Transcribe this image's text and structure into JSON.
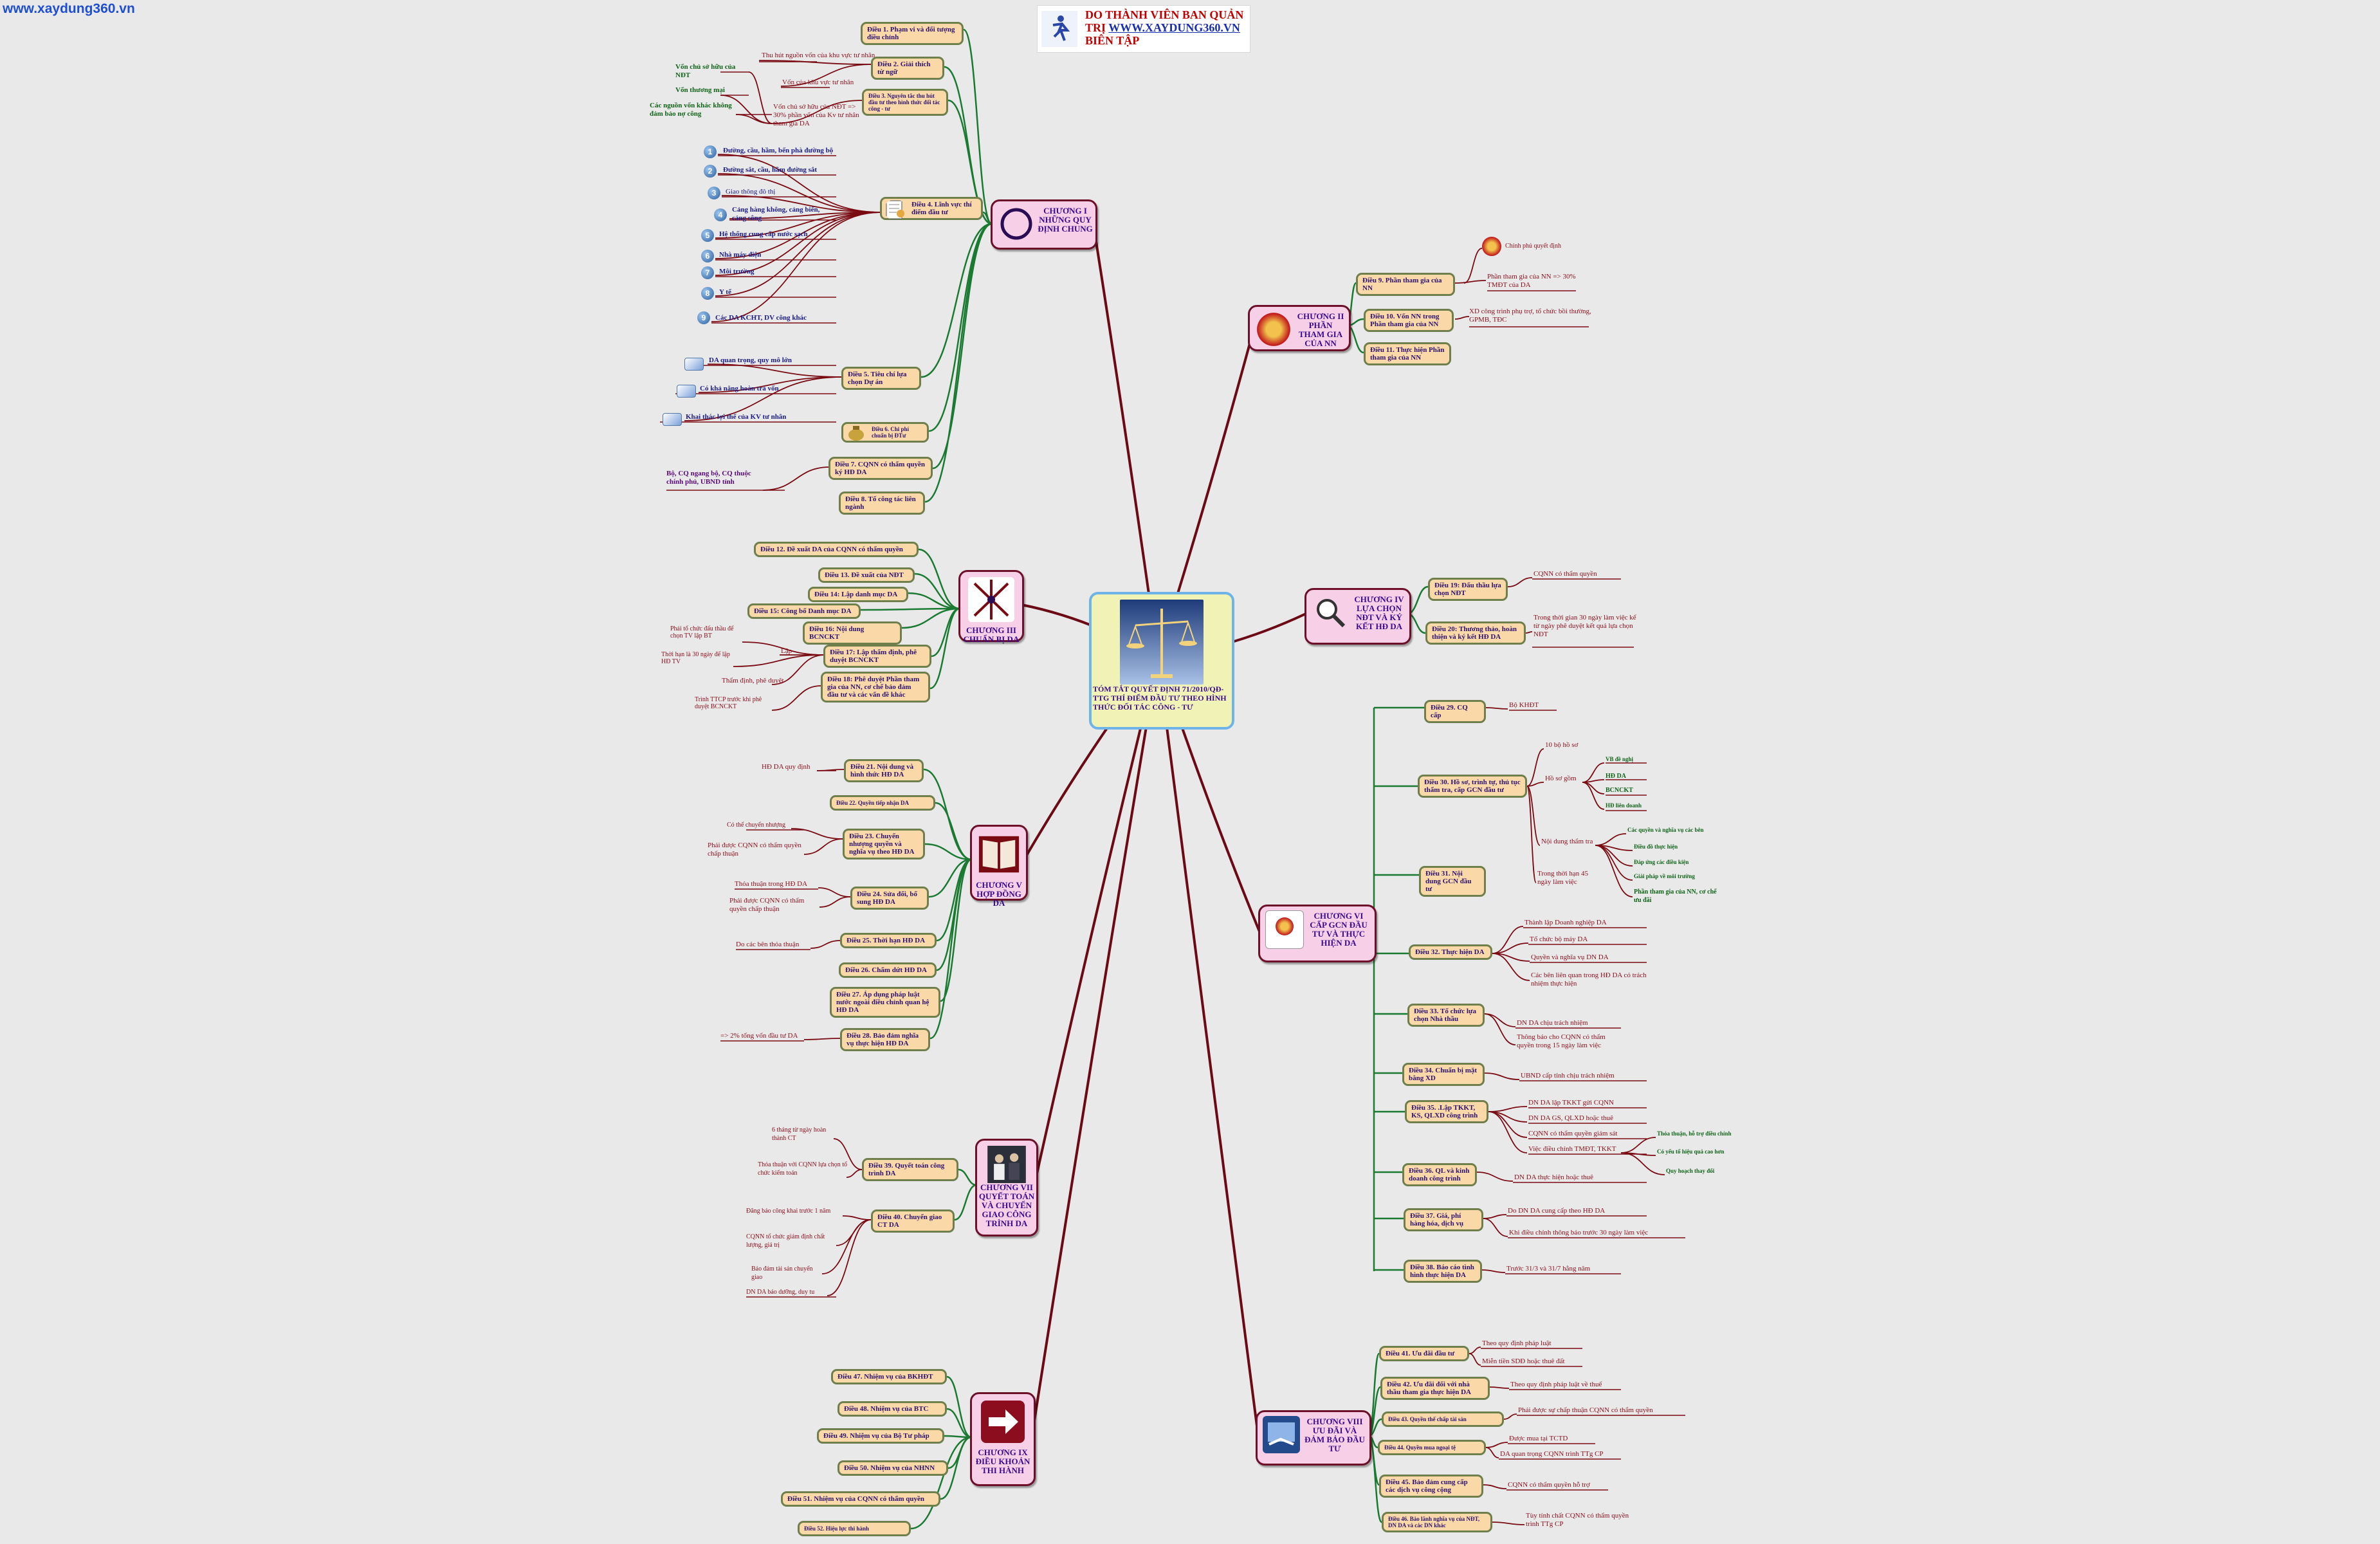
{
  "site": "www.xaydung360.vn",
  "header": {
    "line1": "DO THÀNH VIÊN BAN QUẢN",
    "line2_prefix": "TRỊ",
    "line2_link": "WWW.XAYDUNG360.VN",
    "line3": "BIÊN TẬP"
  },
  "center": {
    "title": "TÓM TẮT QUYẾT ĐỊNH 71/2010/QĐ-TTG THÍ ĐIỂM ĐẦU TƯ THEO HÌNH THỨC ĐỐI TÁC CÔNG - TƯ"
  },
  "colors": {
    "red_link": "#7a0a12",
    "green_link": "#1a7a32",
    "chapter_border": "#6c0f29"
  },
  "chapters": [
    {
      "id": "c1",
      "label": "CHƯƠNG I NHỮNG QUY ĐỊNH CHUNG",
      "icon": "ring-icon"
    },
    {
      "id": "c2",
      "label": "CHƯƠNG II PHẦN THAM GIA CỦA NN",
      "icon": "national-emblem-icon"
    },
    {
      "id": "c3",
      "label": "CHƯƠNG III CHUẨN BỊ DA",
      "icon": "arrows-icon"
    },
    {
      "id": "c4",
      "label": "CHƯƠNG IV LỰA CHỌN NĐT VÀ KÝ KẾT HĐ DA",
      "icon": "magnifier-icon"
    },
    {
      "id": "c5",
      "label": "CHƯƠNG V HỢP ĐỒNG DA",
      "icon": "book-icon"
    },
    {
      "id": "c6",
      "label": "CHƯƠNG VI CẤP GCN ĐẦU TƯ VÀ THỰC HIỆN DA",
      "icon": "certificate-icon"
    },
    {
      "id": "c7",
      "label": "CHƯƠNG VII QUYẾT TOÁN VÀ CHUYỂN GIAO CÔNG TRÌNH DA",
      "icon": "people-icon"
    },
    {
      "id": "c8",
      "label": "CHƯƠNG VIII ƯU ĐÃI VÀ ĐẢM BẢO ĐẦU TƯ",
      "icon": "handshake-icon"
    },
    {
      "id": "c9",
      "label": "CHƯƠNG IX ĐIỀU KHOẢN THI HÀNH",
      "icon": "arrow-right-icon"
    }
  ],
  "articles": {
    "a1": "Điều 1. Phạm vi và đối tượng điều chỉnh",
    "a2": "Điều 2. Giải thích từ ngữ",
    "a3": "Điều 3. Nguyên tắc thu hút đầu tư theo hình thức đối tác công - tư",
    "a4": "Điều 4. Lĩnh vực thí điểm đầu tư",
    "a5": "Điều 5. Tiêu chí lựa chọn Dự án",
    "a6": "Điều 6. Chi phí chuẩn bị ĐTư",
    "a7": "Điều 7. CQNN có thẩm quyền ký HĐ DA",
    "a8": "Điều 8. Tổ công tác liên ngành",
    "a9": "Điều 9. Phần tham gia của NN",
    "a10": "Điều 10. Vốn NN trong Phần tham gia của NN",
    "a11": "Điều 11. Thực hiện Phần tham gia của NN",
    "a12": "Điều 12. Đề xuất DA của CQNN có thẩm quyền",
    "a13": "Điều 13. Đề xuất của NĐT",
    "a14": "Điều 14: Lập danh mục DA",
    "a15": "Điều 15: Công bố Danh mục DA",
    "a16": "Điều 16: Nội dung BCNCKT",
    "a17": "Điều 17: Lập thẩm định, phê duyệt BCNCKT",
    "a18": "Điều 18: Phê duyệt Phần tham gia của NN, cơ chế bảo đảm đầu tư và các vấn đề khác",
    "a19": "Điều 19: Đấu thầu lựa chọn NĐT",
    "a20": "Điều 20: Thương thảo, hoàn thiện và ký kết HĐ DA",
    "a21": "Điều 21. Nội dung và hình thức HĐ DA",
    "a22": "Điều 22. Quyền tiếp nhận DA",
    "a23": "Điều 23. Chuyển nhượng quyền và nghĩa vụ theo HĐ DA",
    "a24": "Điều 24. Sửa đổi, bổ sung HĐ DA",
    "a25": "Điều 25. Thời hạn HĐ DA",
    "a26": "Điều 26. Chấm dứt HĐ DA",
    "a27": "Điều 27. Áp dụng pháp luật nước ngoài điều chỉnh quan hệ HĐ DA",
    "a28": "Điều 28. Bảo đảm nghĩa vụ thực hiện HĐ DA",
    "a29": "Điều 29. CQ cấp",
    "a30": "Điều 30. Hồ sơ, trình tự, thủ tục thẩm tra, cấp GCN đầu tư",
    "a31": "Điều 31. Nội dung GCN đầu tư",
    "a32": "Điều 32. Thực hiện DA",
    "a33": "Điều 33. Tổ chức lựa chọn Nhà thầu",
    "a34": "Điều 34. Chuẩn bị mặt bằng XD",
    "a35": "Điều 35. .Lập TKKT, KS, QLXD công trình",
    "a36": "Điều 36. QL và kinh doanh công trình",
    "a37": "Điều 37. Giá, phí hàng hóa, dịch vụ",
    "a38": "Điều 38. Báo cáo tình hình thực hiện DA",
    "a39": "Điều 39. Quyết toán công trình DA",
    "a40": "Điều 40. Chuyển giao CT DA",
    "a41": "Điều 41. Ưu đãi đầu tư",
    "a42": "Điều 42. Ưu đãi đối với nhà thầu tham gia thực hiện DA",
    "a43": "Điều 43. Quyền thế chấp tài sản",
    "a44": "Điều 44. Quyền mua ngoại tệ",
    "a45": "Điều 45. Bảo đảm cung cấp các dịch vụ công cộng",
    "a46": "Điều 46. Bảo lãnh nghĩa vụ của NĐT, DN DA và các DN khác",
    "a47": "Điều 47. Nhiệm vụ của BKHĐT",
    "a48": "Điều 48. Nhiệm vụ của BTC",
    "a49": "Điều 49. Nhiệm vụ của Bộ Tư pháp",
    "a50": "Điều 50. Nhiệm vụ của NHNN",
    "a51": "Điều 51. Nhiệm vụ của CQNN có thẩm quyền",
    "a52": "Điều 52. Hiệu lực thi hành"
  },
  "leaves": {
    "a2_1": "Thu hút nguồn vốn của khu vực tư nhân",
    "a2_2": "Vốn của khu vực tư nhân",
    "a3_1": "Vốn chủ sở hữu của NĐT => 30% phần vốn của Kv tư nhân tham gia DA",
    "g1": "Vốn chủ sở hữu của NĐT",
    "g2": "Vốn thương mại",
    "g3": "Các nguồn vốn khác không đảm bảo nợ công",
    "a4_1": "Đường, cầu, hầm, bến phà đường bộ",
    "a4_2": "Đường sắt, cầu, hầm đường sắt",
    "a4_3": "Giao thông đô thị",
    "a4_4": "Cảng hàng không, cảng biển, cảng sông",
    "a4_5": "Hệ thống cung cấp nước sạch",
    "a4_6": "Nhà máy điện",
    "a4_7": "Môi trường",
    "a4_8": "Y tế",
    "a4_9": "Các DA KCHT, DV công khác",
    "a5_1": "DA quan trọng, quy mô lớn",
    "a5_2": "Có khả năng hoàn trả vốn",
    "a5_3": "Khai thác lợi thế của KV tư nhân",
    "a7_1": "Bộ, CQ ngang bộ, CQ thuộc chính phủ, UBND tỉnh",
    "a9_1": "Chính phủ quyết định",
    "a9_2": "Phần tham gia của NN => 30% TMĐT của DA",
    "a10_1": "XD công trình phụ trợ, tổ chức bồi thường, GPMB, TĐC",
    "a17_1": "Phải tổ chức đấu thầu để chọn TV lập BT",
    "a17_2": "Lập",
    "a17_3": "Thời hạn là 30 ngày để lập HĐ TV",
    "a17_4": "Thẩm định, phê duyệt",
    "a17_5": "Trình TTCP trước khi phê duyệt BCNCKT",
    "a19_1": "CQNN có thẩm quyền",
    "a20_1": "Trong thời gian 30 ngày làm việc kể từ ngày phê duyệt kết quả lựa chọn NĐT",
    "a21_1": "HĐ DA quy định",
    "a23_1": "Có thể chuyển nhượng",
    "a23_2": "Phải được CQNN có thẩm quyền chấp thuận",
    "a24_1": "Thỏa thuận trong HĐ DA",
    "a24_2": "Phải được CQNN có thẩm quyền chấp thuận",
    "a25_1": "Do các bên thỏa thuận",
    "a28_1": "=> 2% tổng vốn đầu tư DA",
    "a29_1": "Bộ KHĐT",
    "a30_1": "10 bộ hồ sơ",
    "a30_2": "Hồ sơ gồm",
    "a30_3": "Nội dung thẩm tra",
    "a30_4": "Trong thời hạn 45 ngày làm việc",
    "a30_g1": "VB đề nghị",
    "a30_g2": "HĐ DA",
    "a30_g3": "BCNCKT",
    "a30_g4": "HĐ liên doanh",
    "a30_g5": "Các quyền và nghĩa vụ các bên",
    "a30_g6": "Điều đồ thực hiện",
    "a30_g7": "Đáp ứng các điều kiện",
    "a30_g8": "Giải pháp về môi trường",
    "a30_g9": "Phần tham gia của NN, cơ chế ưu đãi",
    "a32_1": "Thành lập Doanh nghiệp DA",
    "a32_2": "Tổ chức bộ máy DA",
    "a32_3": "Quyền và nghĩa vụ DN DA",
    "a32_4": "Các bên liên quan trong HĐ DA có trách nhiệm thực hiện",
    "a33_1": "DN DA chịu trách nhiệm",
    "a33_2": "Thông báo cho CQNN có thẩm quyền trong 15 ngày làm việc",
    "a34_1": "UBND cấp tỉnh chịu trách nhiệm",
    "a35_1": "DN DA lập TKKT gửi CQNN",
    "a35_2": "DN DA GS, QLXD hoặc thuê",
    "a35_3": "CQNN có thẩm quyền giám sát",
    "a35_4": "Việc điều chỉnh TMĐT, TKKT",
    "a35_g1": "Thỏa thuận, hỗ trợ điều chỉnh",
    "a35_g2": "Có yếu tố hiệu quả cao hơn",
    "a35_g3": "Quy hoạch thay đổi",
    "a36_1": "DN DA thực hiện hoặc thuê",
    "a37_1": "Do DN DA cung cấp theo HĐ DA",
    "a37_2": "Khi điều chỉnh thông báo trước 30 ngày làm việc",
    "a38_1": "Trước 31/3 và 31/7 hằng năm",
    "a39_1": "6 tháng từ ngày hoàn thành CT",
    "a39_2": "Thỏa thuận với CQNN lựa chọn tổ chức kiểm toán",
    "a40_1": "Đăng báo công khai trước 1 năm",
    "a40_2": "CQNN tổ chức giám định chất lượng, giá trị",
    "a40_3": "Bảo đảm tài sản chuyển giao",
    "a40_4": "DN DA bảo dưỡng, duy tu",
    "a41_1": "Theo quy định pháp luật",
    "a41_2": "Miễn tiền SDĐ hoặc thuê đất",
    "a42_1": "Theo quy định pháp luật về thuế",
    "a43_1": "Phải được sự chấp thuận CQNN có thẩm quyền",
    "a44_1": "Được mua tại TCTD",
    "a44_2": "DA quan trọng CQNN trình TTg CP",
    "a45_1": "CQNN có thẩm quyền hỗ trợ",
    "a46_1": "Tùy tính chất CQNN có thẩm quyền trình TTg CP"
  }
}
